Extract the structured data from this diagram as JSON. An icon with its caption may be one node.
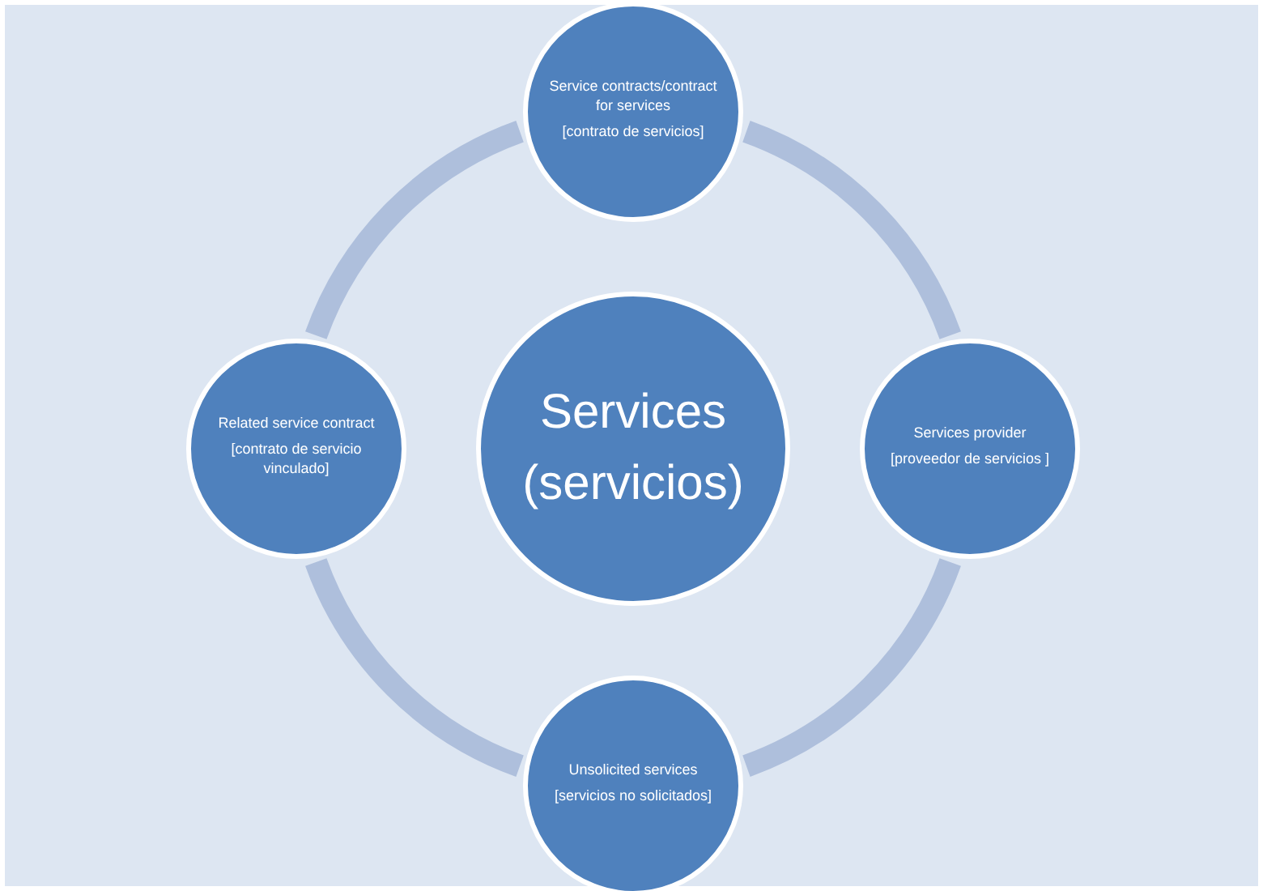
{
  "diagram": {
    "nodes": [
      {
        "text": [
          "Services (servicios)"
        ]
      },
      {
        "text": [
          "Service contracts/contract for services",
          "[contrato de servicios]"
        ]
      },
      {
        "text": [
          "Services provider",
          "[proveedor de servicios ]"
        ]
      },
      {
        "text": [
          "Unsolicited services",
          "[servicios no solicitados]"
        ]
      },
      {
        "text": [
          "Related service contract",
          "[contrato de servicio vinculado]"
        ]
      }
    ],
    "edges": [
      {
        "from": 1,
        "to": 2,
        "arrow": "none"
      },
      {
        "from": 2,
        "to": 3,
        "arrow": "none"
      },
      {
        "from": 3,
        "to": 4,
        "arrow": "none"
      },
      {
        "from": 4,
        "to": 1,
        "arrow": "none"
      }
    ]
  }
}
